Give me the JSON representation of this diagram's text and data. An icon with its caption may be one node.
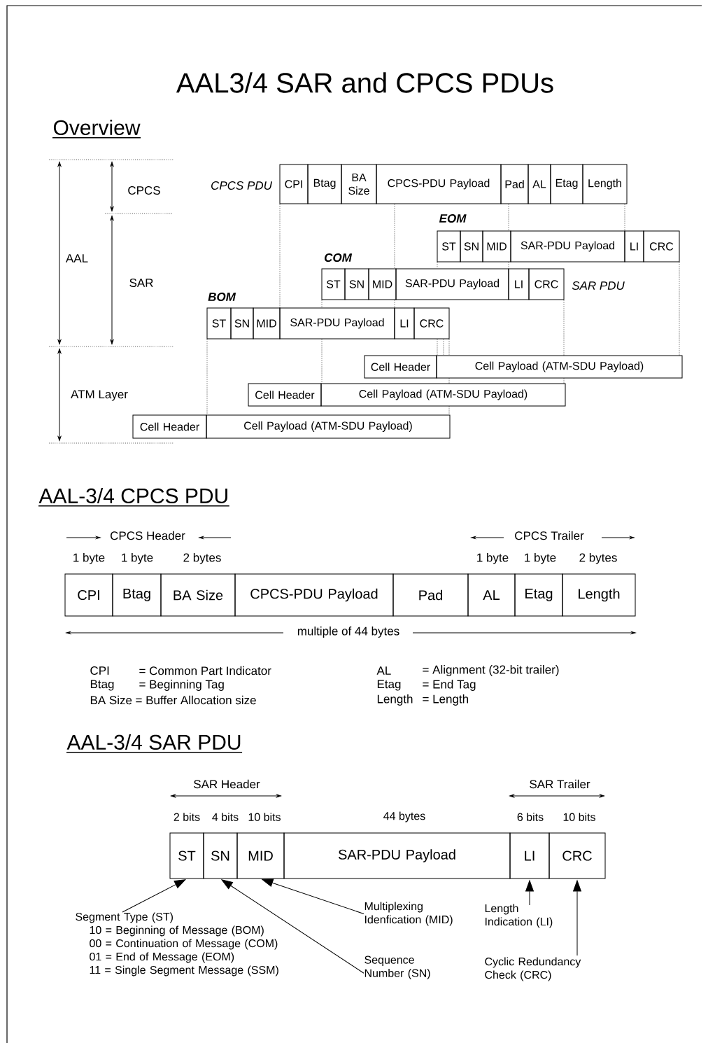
{
  "diagram": {
    "title": "AAL3/4 SAR and CPCS PDUs",
    "nodes": [
      {
        "text": [
          "CPI"
        ]
      },
      {
        "text": [
          "Btag"
        ]
      },
      {
        "text": [
          "BA Size"
        ]
      },
      {
        "text": [
          "CPCS-PDU Payload"
        ]
      },
      {
        "text": [
          "Pad"
        ]
      },
      {
        "text": [
          "AL"
        ]
      },
      {
        "text": [
          "Etag"
        ]
      },
      {
        "text": [
          "Length"
        ]
      },
      {
        "text": [
          "ST"
        ]
      },
      {
        "text": [
          "SN"
        ]
      },
      {
        "text": [
          "MID"
        ]
      },
      {
        "text": [
          "SAR-PDU Payload"
        ]
      },
      {
        "text": [
          "LI"
        ]
      },
      {
        "text": [
          "CRC"
        ]
      },
      {
        "text": [
          "ST"
        ]
      },
      {
        "text": [
          "SN"
        ]
      },
      {
        "text": [
          "MID"
        ]
      },
      {
        "text": [
          "SAR-PDU Payload"
        ]
      },
      {
        "text": [
          "LI"
        ]
      },
      {
        "text": [
          "CRC"
        ]
      },
      {
        "text": [
          "ST"
        ]
      },
      {
        "text": [
          "SN"
        ]
      },
      {
        "text": [
          "MID"
        ]
      },
      {
        "text": [
          "SAR-PDU Payload"
        ]
      },
      {
        "text": [
          "LI"
        ]
      },
      {
        "text": [
          "CRC"
        ]
      },
      {
        "text": [
          "Cell Header"
        ]
      },
      {
        "text": [
          "Cell Payload (ATM-SDU Payload)"
        ]
      },
      {
        "text": [
          "Cell Header"
        ]
      },
      {
        "text": [
          "Cell Payload (ATM-SDU Payload)"
        ]
      },
      {
        "text": [
          "Cell Header"
        ]
      },
      {
        "text": [
          "Cell Payload (ATM-SDU Payload)"
        ]
      },
      {
        "text": [
          "CPI"
        ]
      },
      {
        "text": [
          "Btag"
        ]
      },
      {
        "text": [
          "BA Size"
        ]
      },
      {
        "text": [
          "CPCS-PDU Payload"
        ]
      },
      {
        "text": [
          "Pad"
        ]
      },
      {
        "text": [
          "AL"
        ]
      },
      {
        "text": [
          "Etag"
        ]
      },
      {
        "text": [
          "Length"
        ]
      },
      {
        "text": [
          "ST"
        ]
      },
      {
        "text": [
          "SN"
        ]
      },
      {
        "text": [
          "MID"
        ]
      },
      {
        "text": [
          "SAR-PDU Payload"
        ]
      },
      {
        "text": [
          "LI"
        ]
      },
      {
        "text": [
          "CRC"
        ]
      },
      {
        "text": [
          "Segment Type (ST)",
          "10 = Beginning of Message (BOM)",
          "00 = Continuation of Message (COM)",
          "01 = End of Message (EOM)",
          "11 = Single Segment Message (SSM)"
        ]
      },
      {
        "text": [
          "Multiplexing Idenfication (MID)"
        ]
      },
      {
        "text": [
          "Length Indication (LI)"
        ]
      },
      {
        "text": [
          "Sequence Number (SN)"
        ]
      },
      {
        "text": [
          "Cyclic Redundancy Check (CRC)"
        ]
      }
    ],
    "edges": [
      {
        "from": 46,
        "to": 40,
        "arrow": "to"
      },
      {
        "from": 47,
        "to": 42,
        "arrow": "to"
      },
      {
        "from": 48,
        "to": 44,
        "arrow": "to"
      },
      {
        "from": 49,
        "to": 41,
        "arrow": "to"
      },
      {
        "from": 50,
        "to": 45,
        "arrow": "to"
      },
      {
        "from": 0,
        "to": 22,
        "arrow": "none",
        "style": "dashed"
      },
      {
        "from": 3,
        "to": 16,
        "arrow": "none",
        "style": "dashed"
      },
      {
        "from": 16,
        "to": 23,
        "arrow": "none",
        "style": "dashed"
      },
      {
        "from": 4,
        "to": 10,
        "arrow": "none",
        "style": "dashed"
      },
      {
        "from": 10,
        "to": 17,
        "arrow": "none",
        "style": "dashed"
      },
      {
        "from": 7,
        "to": 12,
        "arrow": "none",
        "style": "dashed"
      },
      {
        "from": 20,
        "to": 30,
        "arrow": "none",
        "style": "dashed"
      },
      {
        "from": 25,
        "to": 27,
        "arrow": "none",
        "style": "dashed"
      },
      {
        "from": 27,
        "to": 29,
        "arrow": "none",
        "style": "dashed"
      },
      {
        "from": 29,
        "to": 31,
        "arrow": "none",
        "style": "dashed"
      },
      {
        "from": 14,
        "to": 23,
        "arrow": "none",
        "style": "dashed"
      },
      {
        "from": 23,
        "to": 28,
        "arrow": "none",
        "style": "dashed"
      },
      {
        "from": 19,
        "to": 27,
        "arrow": "none",
        "style": "dashed"
      },
      {
        "from": 27,
        "to": 29,
        "arrow": "none",
        "style": "dashed"
      },
      {
        "from": 8,
        "to": 17,
        "arrow": "none",
        "style": "dashed"
      },
      {
        "from": 25,
        "to": 26,
        "arrow": "none",
        "style": "dashed"
      },
      {
        "from": 25,
        "to": 27,
        "arrow": "none",
        "style": "dashed"
      },
      {
        "from": 13,
        "to": 27,
        "arrow": "none",
        "style": "dashed"
      }
    ],
    "labels": [
      "Overview",
      "CPCS PDU",
      "CPCS",
      "EOM",
      "AAL",
      "COM",
      "SAR",
      "SAR PDU",
      "BOM",
      "ATM Layer",
      "AAL-3/4 CPCS PDU",
      "CPCS Header",
      "CPCS Trailer",
      "1 byte",
      "1 byte",
      "2 bytes",
      "1 byte",
      "1 byte",
      "2 bytes",
      "multiple of 44 bytes",
      "CPI",
      "= Common Part Indicator",
      "AL",
      "= Alignment (32-bit trailer)",
      "Btag",
      "= Beginning Tag",
      "Etag",
      "= End Tag",
      "BA Size",
      "= Buffer Allocation size",
      "Length",
      "= Length",
      "AAL-3/4 SAR PDU",
      "SAR Header",
      "SAR Trailer",
      "2 bits",
      "4 bits",
      "10 bits",
      "44 bytes",
      "6 bits",
      "10 bits"
    ]
  }
}
